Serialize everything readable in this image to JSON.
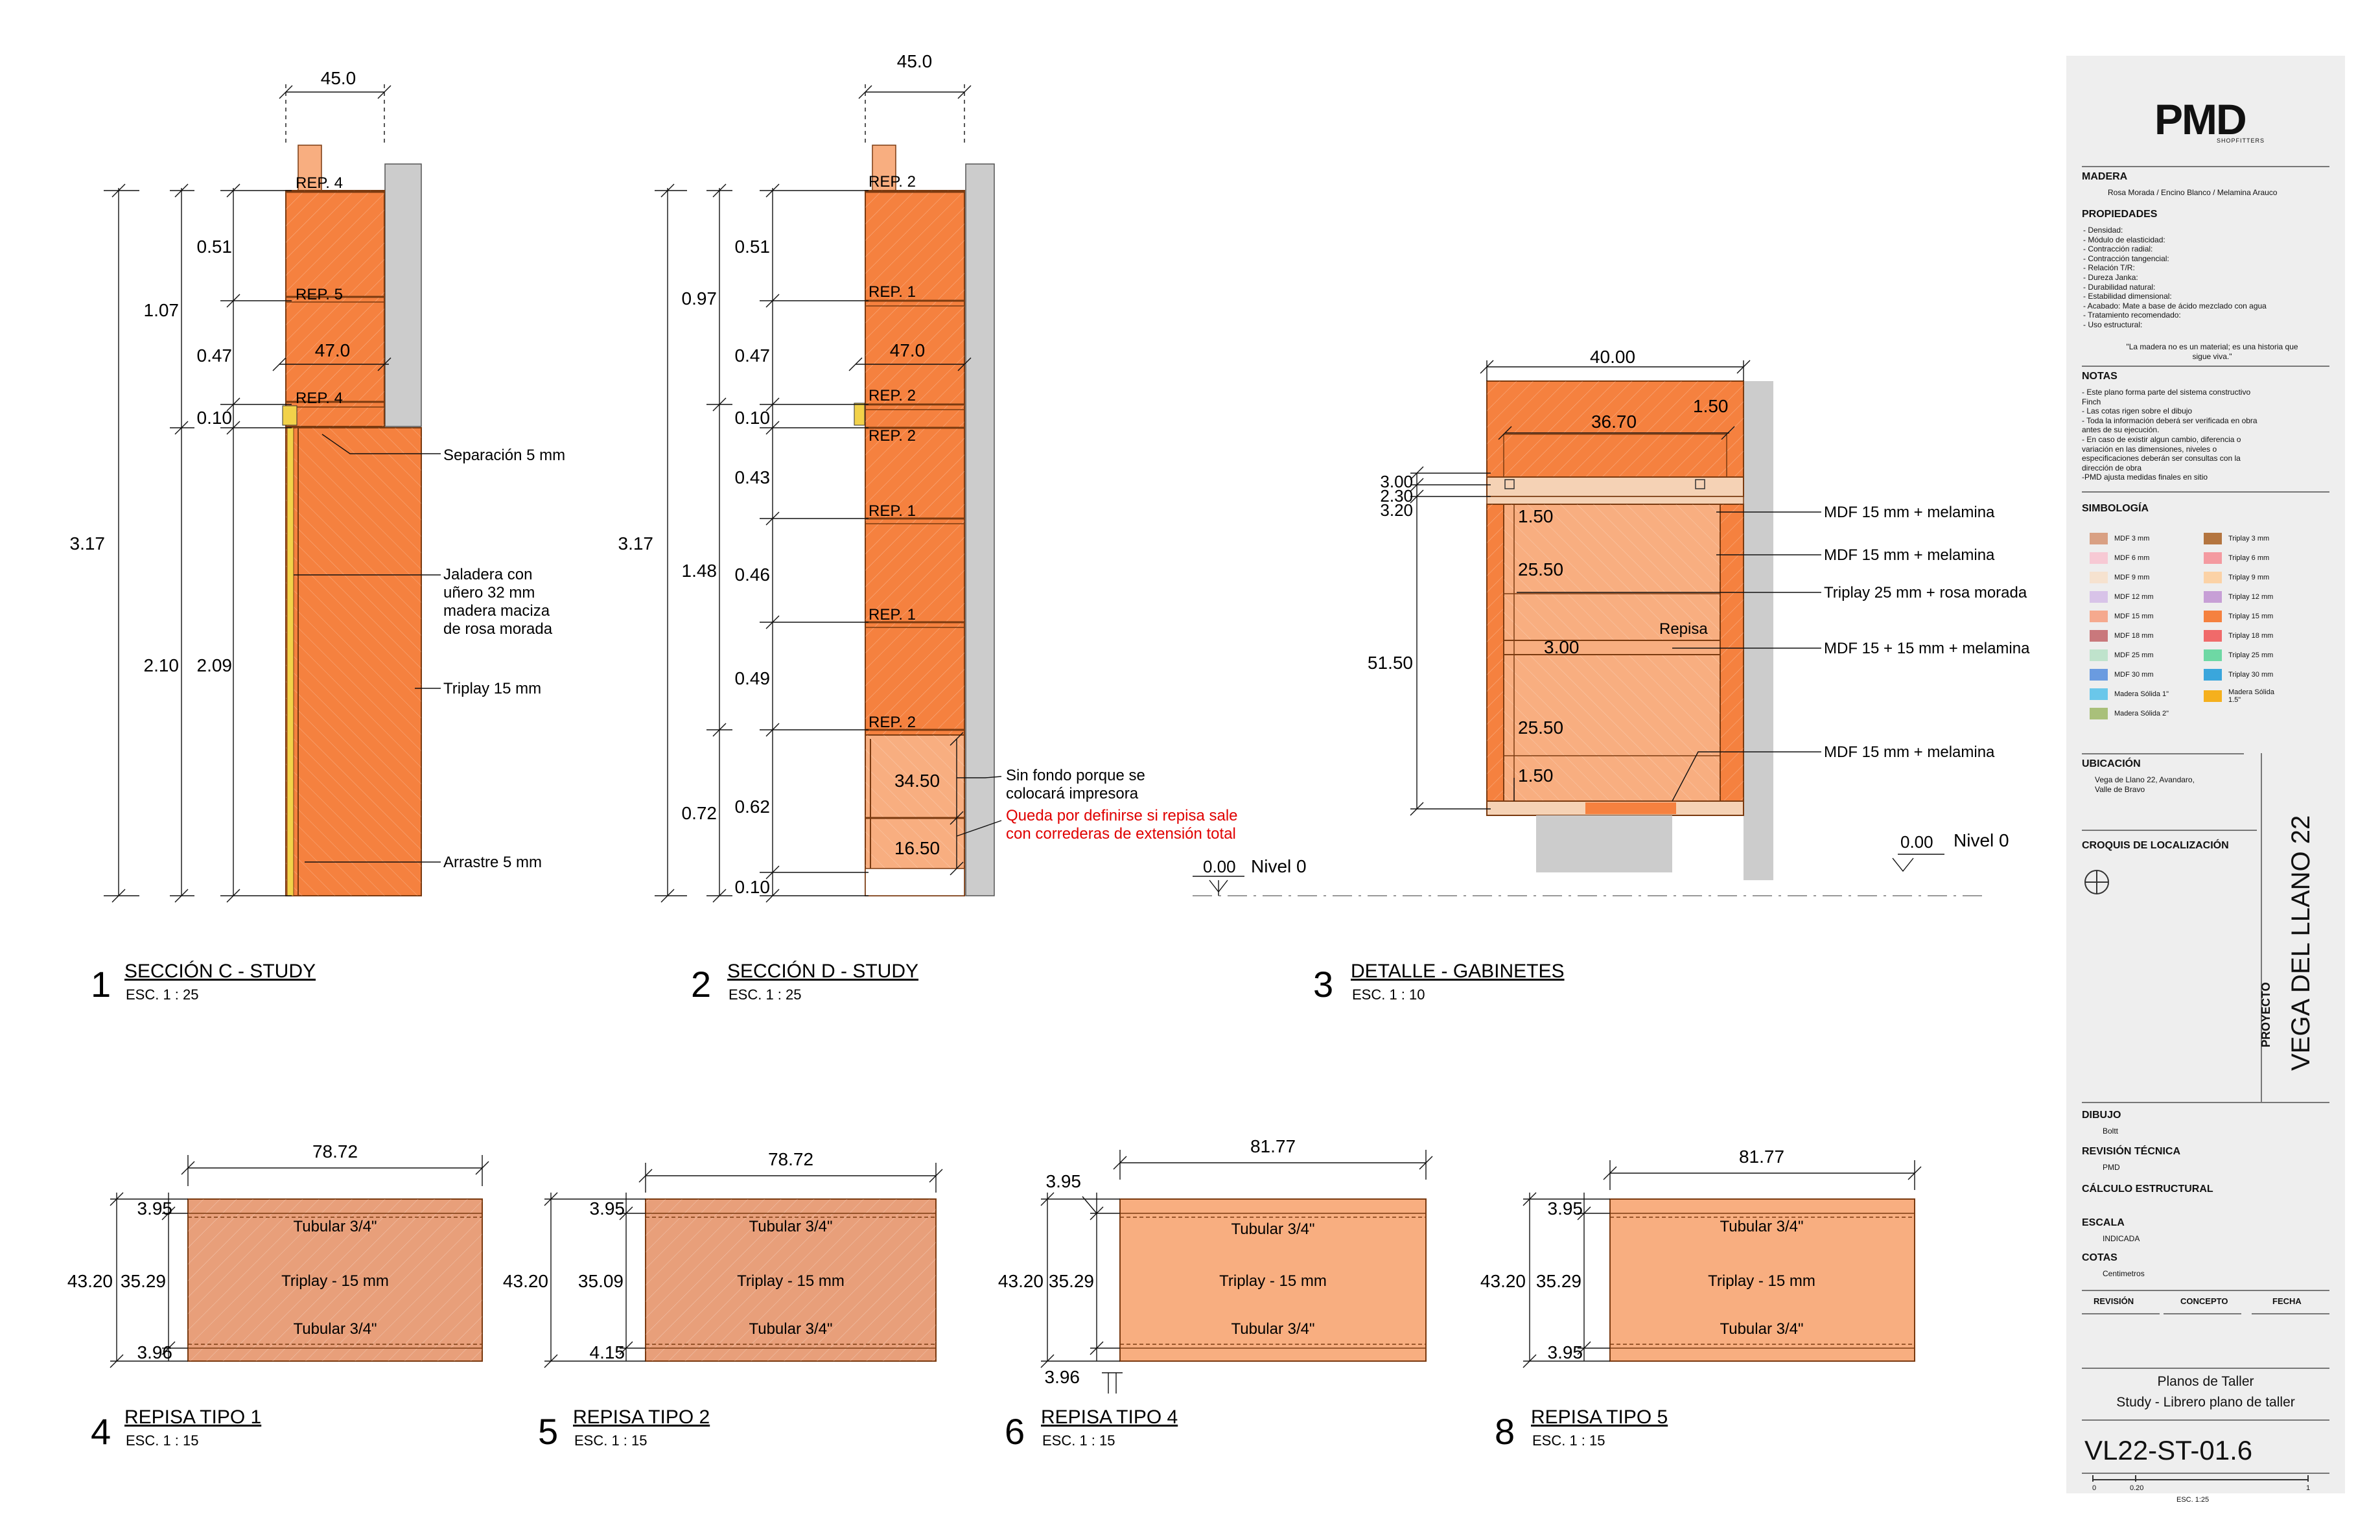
{
  "views": {
    "v1": {
      "num": "1",
      "title": "SECCIÓN C - STUDY",
      "scale": "ESC.  1 : 25"
    },
    "v2": {
      "num": "2",
      "title": "SECCIÓN D - STUDY",
      "scale": "ESC.  1 : 25"
    },
    "v3": {
      "num": "3",
      "title": "DETALLE - GABINETES",
      "scale": "ESC.  1 : 10"
    },
    "v4": {
      "num": "4",
      "title": "REPISA TIPO 1",
      "scale": "ESC. 1 : 15"
    },
    "v5": {
      "num": "5",
      "title": "REPISA TIPO 2",
      "scale": "ESC. 1 : 15"
    },
    "v6": {
      "num": "6",
      "title": "REPISA TIPO 4",
      "scale": "ESC. 1 : 15"
    },
    "v8": {
      "num": "8",
      "title": "REPISA TIPO 5",
      "scale": "ESC. 1 : 15"
    }
  },
  "sec_c": {
    "width": "45.0",
    "inner": "47.0",
    "total": "3.17",
    "d107": "1.07",
    "d210": "2.10",
    "d209": "2.09",
    "d051": "0.51",
    "d047": "0.47",
    "d010": "0.10",
    "rep4a": "REP. 4",
    "rep5": "REP. 5",
    "rep4b": "REP. 4",
    "n_sep": "Separación 5 mm",
    "n_jal1": "Jaladera con",
    "n_jal2": "uñero 32 mm",
    "n_jal3": "madera maciza",
    "n_jal4": "de rosa morada",
    "n_tri": "Triplay 15 mm",
    "n_arr": "Arrastre 5 mm"
  },
  "sec_d": {
    "width": "45.0",
    "inner": "47.0",
    "total": "3.17",
    "d097": "0.97",
    "d148": "1.48",
    "d051": "0.51",
    "d047": "0.47",
    "d010a": "0.10",
    "d043": "0.43",
    "d046": "0.46",
    "d049": "0.49",
    "d062": "0.62",
    "d010b": "0.10",
    "d072": "0.72",
    "rep2a": "REP. 2",
    "rep1a": "REP. 1",
    "rep2b": "REP. 2",
    "rep2c": "REP. 2",
    "rep1b": "REP. 1",
    "rep1c": "REP. 1",
    "rep2d": "REP. 2",
    "d3450": "34.50",
    "d1650": "16.50",
    "n_fondo1": "Sin fondo porque se",
    "n_fondo2": "colocará impresora",
    "n_red1": "Queda por definirse si repisa sale",
    "n_red2": "con correderas de extensión total",
    "level_val": "0.00",
    "level_lbl": "Nivel 0"
  },
  "gab": {
    "width": "40.00",
    "inner": "36.70",
    "side": "1.50",
    "d300a": "3.00",
    "d230": "2.30",
    "d320": "3.20",
    "d5150": "51.50",
    "c150a": "1.50",
    "c2550a": "25.50",
    "c300": "3.00",
    "c2550b": "25.50",
    "c150b": "1.50",
    "repisa": "Repisa",
    "n1": "MDF 15 mm + melamina",
    "n2": "MDF 15 mm + melamina",
    "n3": "Triplay 25 mm + rosa morada",
    "n4": "MDF 15 + 15 mm + melamina",
    "n5": "MDF 15 mm + melamina",
    "level_val": "0.00",
    "level_lbl": "Nivel 0"
  },
  "shelves": {
    "s1": {
      "w": "78.72",
      "h": "43.20",
      "m": "35.29",
      "t": "3.95",
      "b": "3.96",
      "top": "Tubular 3/4\"",
      "mid": "Triplay - 15 mm",
      "bot": "Tubular 3/4\""
    },
    "s2": {
      "w": "78.72",
      "h": "43.20",
      "m": "35.09",
      "t": "3.95",
      "b": "4.15",
      "top": "Tubular 3/4\"",
      "mid": "Triplay - 15 mm",
      "bot": "Tubular 3/4\""
    },
    "s4": {
      "w": "81.77",
      "h": "43.20",
      "m": "35.29",
      "t": "3.95",
      "b": "3.96",
      "top": "Tubular 3/4\"",
      "mid": "Triplay - 15 mm",
      "bot": "Tubular 3/4\""
    },
    "s5": {
      "w": "81.77",
      "h": "43.20",
      "m": "35.29",
      "t": "3.95",
      "b": "3.95",
      "top": "Tubular 3/4\"",
      "mid": "Triplay - 15 mm",
      "bot": "Tubular 3/4\""
    }
  },
  "titleblock": {
    "logo": "PMD",
    "logo_sub": "SHOPFITTERS",
    "madera_h": "MADERA",
    "madera": "Rosa Morada / Encino Blanco / Melamina Arauco",
    "prop_h": "PROPIEDADES",
    "props": [
      "- Densidad:",
      "- Módulo de elasticidad:",
      "- Contracción radial:",
      "- Contracción tangencial:",
      "- Relación T/R:",
      "- Dureza Janka:",
      "- Durabilidad natural:",
      "- Estabilidad dimensional:",
      "- Acabado: Mate a base de ácido mezclado con agua",
      "- Tratamiento recomendado:",
      "- Uso estructural:"
    ],
    "quote1": "\"La madera no es un material; es una historia que",
    "quote2": "sigue viva.\"",
    "notas_h": "NOTAS",
    "notas": [
      "- Este plano forma parte del sistema constructivo",
      "Finch",
      "- Las cotas rigen sobre el dibujo",
      "- Toda la información deberá ser verificada en obra",
      "antes de su ejecución.",
      "- En caso de existir algun cambio, diferencia o",
      "variación en las dimensiones, niveles o",
      "especificaciones deberán ser consultas con la",
      "dirección de obra",
      "-PMD ajusta medidas finales en sitio"
    ],
    "simb_h": "SIMBOLOGÍA",
    "legend_left": [
      "MDF 3 mm",
      "MDF 6 mm",
      "MDF 9 mm",
      "MDF 12 mm",
      "MDF 15 mm",
      "MDF 18 mm",
      "MDF 25 mm",
      "MDF 30 mm",
      "Madera Sólida 1\"",
      "Madera Sólida 2\""
    ],
    "legend_right": [
      "Triplay 3 mm",
      "Triplay 6 mm",
      "Triplay 9 mm",
      "Triplay 12 mm",
      "Triplay 15 mm",
      "Triplay 18 mm",
      "Triplay 25 mm",
      "Triplay 30 mm",
      "Madera Sólida",
      "1.5\""
    ],
    "ubic_h": "UBICACIÓN",
    "ubic1": "Vega de Llano 22, Avandaro,",
    "ubic2": "Valle de Bravo",
    "croquis_h": "CROQUIS DE LOCALIZACIÓN",
    "proyecto_lbl": "PROYECTO",
    "proyecto": "VEGA DEL LLANO 22",
    "dibujo_h": "DIBUJO",
    "dibujo": "Boltt",
    "rev_h": "REVISIÓN TÉCNICA",
    "rev": "PMD",
    "calc_h": "CÁLCULO ESTRUCTURAL",
    "escala_h": "ESCALA",
    "escala": "INDICADA",
    "cotas_h": "COTAS",
    "cotas": "Centimetros",
    "col1": "REVISIÓN",
    "col2": "CONCEPTO",
    "col3": "FECHA",
    "plan1": "Planos de Taller",
    "plan2": "Study - Librero plano de taller",
    "code": "VL22-ST-01.6",
    "bar0": "0",
    "bar1": "0.20",
    "bar2": "1",
    "bar_esc": "ESC. 1:25"
  },
  "colors": {
    "orange": "#f5813f",
    "light": "#f8ae80",
    "shelf1": "#e89f7a",
    "wall": "#cccccc",
    "dim": "#111111",
    "red": "#e00000"
  }
}
